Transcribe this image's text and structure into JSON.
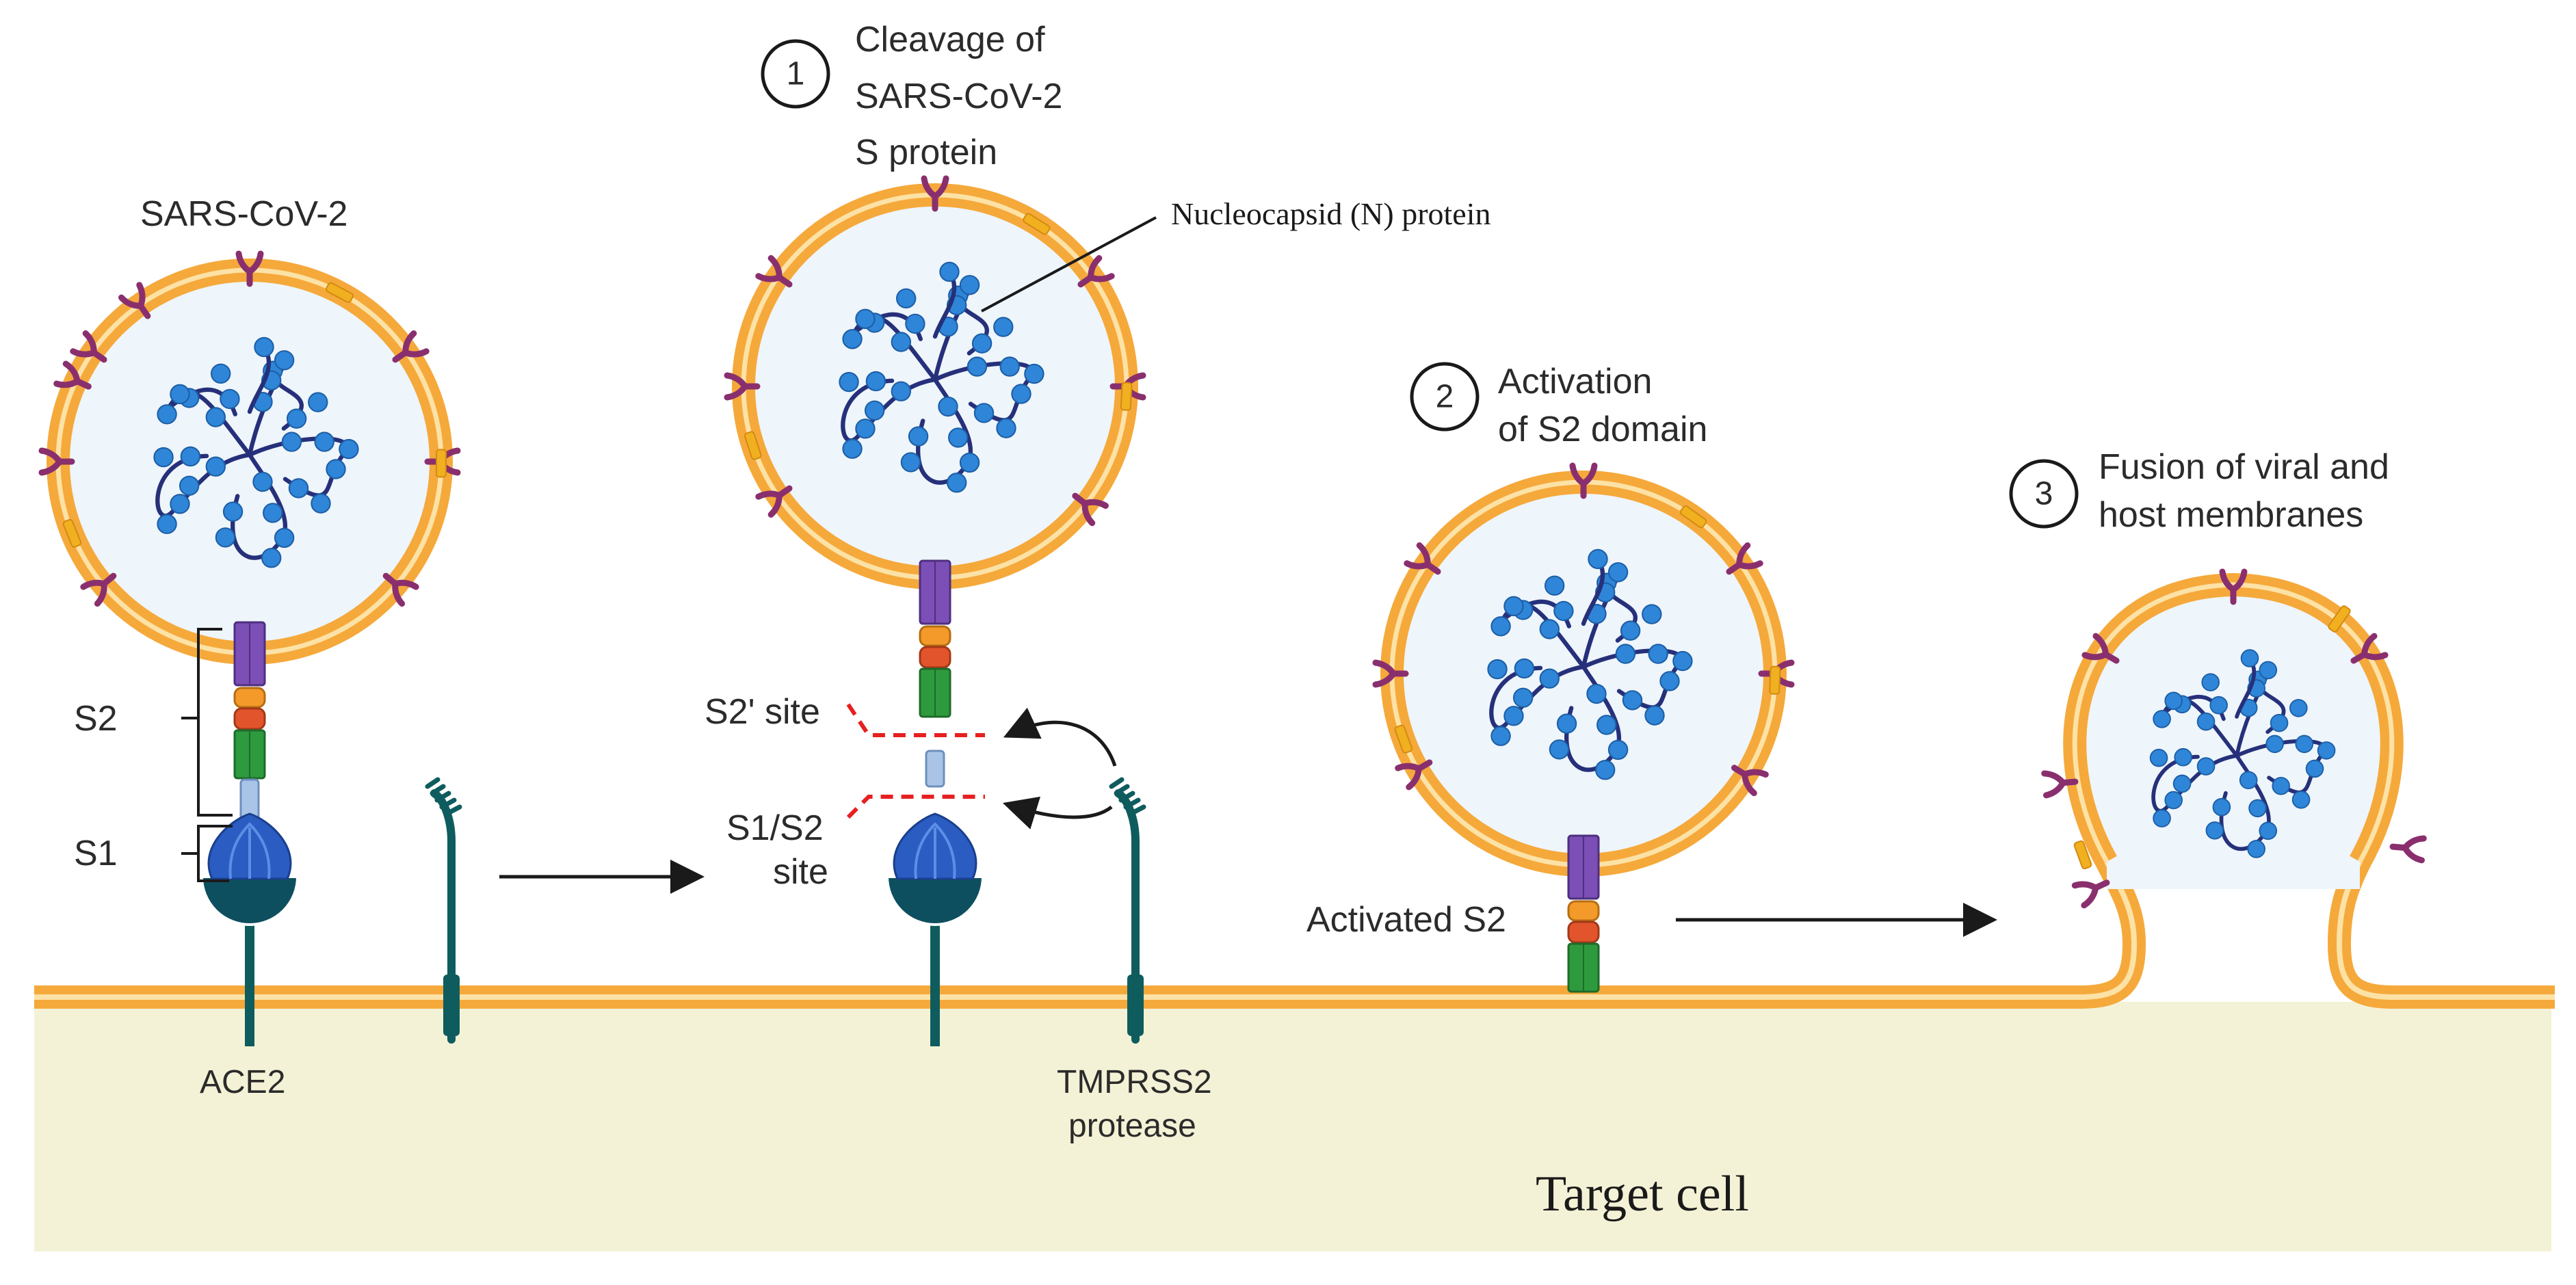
{
  "labels": {
    "virus": "SARS-CoV-2",
    "s2": "S2",
    "s1": "S1",
    "ace2": "ACE2",
    "tmprss2_line1": "TMPRSS2",
    "tmprss2_line2": "protease",
    "s2_prime_site": "S2' site",
    "s1s2_line1": "S1/S2",
    "s1s2_line2": "site",
    "nucleocapsid": "Nucleocapsid (N) protein",
    "activated_s2": "Activated S2",
    "target_cell": "Target cell"
  },
  "steps": [
    {
      "number": "1",
      "lines": [
        "Cleavage of",
        "SARS-CoV-2",
        "S protein"
      ]
    },
    {
      "number": "2",
      "lines": [
        "Activation",
        "of S2 domain"
      ]
    },
    {
      "number": "3",
      "lines": [
        "Fusion of viral and",
        "host membranes"
      ]
    }
  ],
  "colors": {
    "membrane": "#f5a93b",
    "membrane_inner": "#fde2a6",
    "virus_interior": "#eef5fb",
    "spike_protein": "#8a2f6e",
    "rna_strand": "#26307a",
    "n_protein": "#2f86d8",
    "cell_cytoplasm": "#f4f2d6",
    "receptor": "#0f5c5e",
    "s2_purple": "#7b4fb5",
    "s2_orange": "#f39a2a",
    "s2_red": "#e2542b",
    "s2_green": "#2e9a3e",
    "s1_blue": "#2a5cc2",
    "linker": "#a9c4e6",
    "cleavage_line": "#e62020"
  }
}
